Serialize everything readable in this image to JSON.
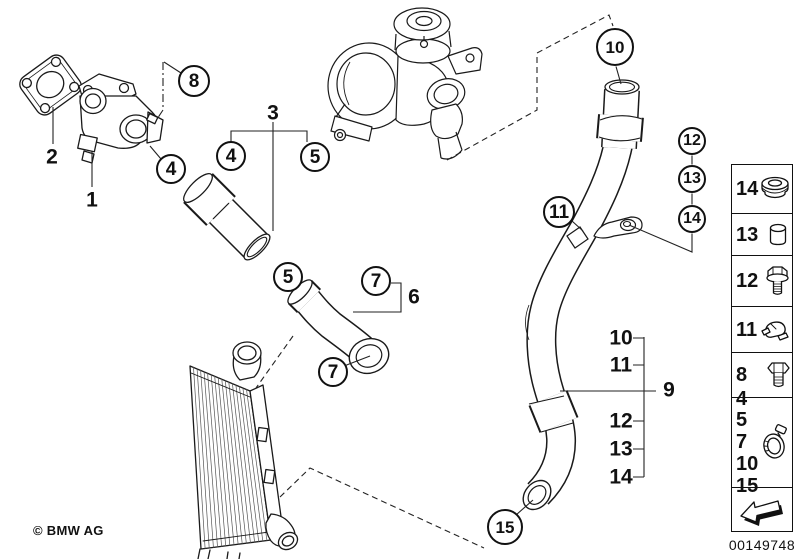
{
  "document": {
    "copyright": "© BMW AG",
    "image_number": "00149748"
  },
  "callouts": {
    "n8": "8",
    "n4a": "4",
    "n4b": "4",
    "n5a": "5",
    "n5b": "5",
    "n7a": "7",
    "n7b": "7",
    "n10": "10",
    "n11": "11",
    "n12": "12",
    "n13": "13",
    "n14": "14",
    "n15": "15"
  },
  "labels": {
    "l1": "1",
    "l2": "2",
    "l3": "3",
    "l6": "6"
  },
  "group_list": {
    "label": "9",
    "items": [
      "10",
      "11",
      "12",
      "13",
      "14"
    ]
  },
  "legend": {
    "rows": [
      {
        "num": "14",
        "icon": "grommet-icon"
      },
      {
        "num": "13",
        "icon": "spacer-sleeve-icon"
      },
      {
        "num": "12",
        "icon": "flange-bolt-icon"
      },
      {
        "num": "11",
        "icon": "spring-clip-icon"
      },
      {
        "num": "8",
        "icon": "hex-bolt-icon"
      },
      {
        "nums": [
          "4 5",
          "7",
          "10",
          "15"
        ],
        "icon": "hose-clamp-icon"
      },
      {
        "icon": "direction-arrow-icon"
      }
    ]
  }
}
